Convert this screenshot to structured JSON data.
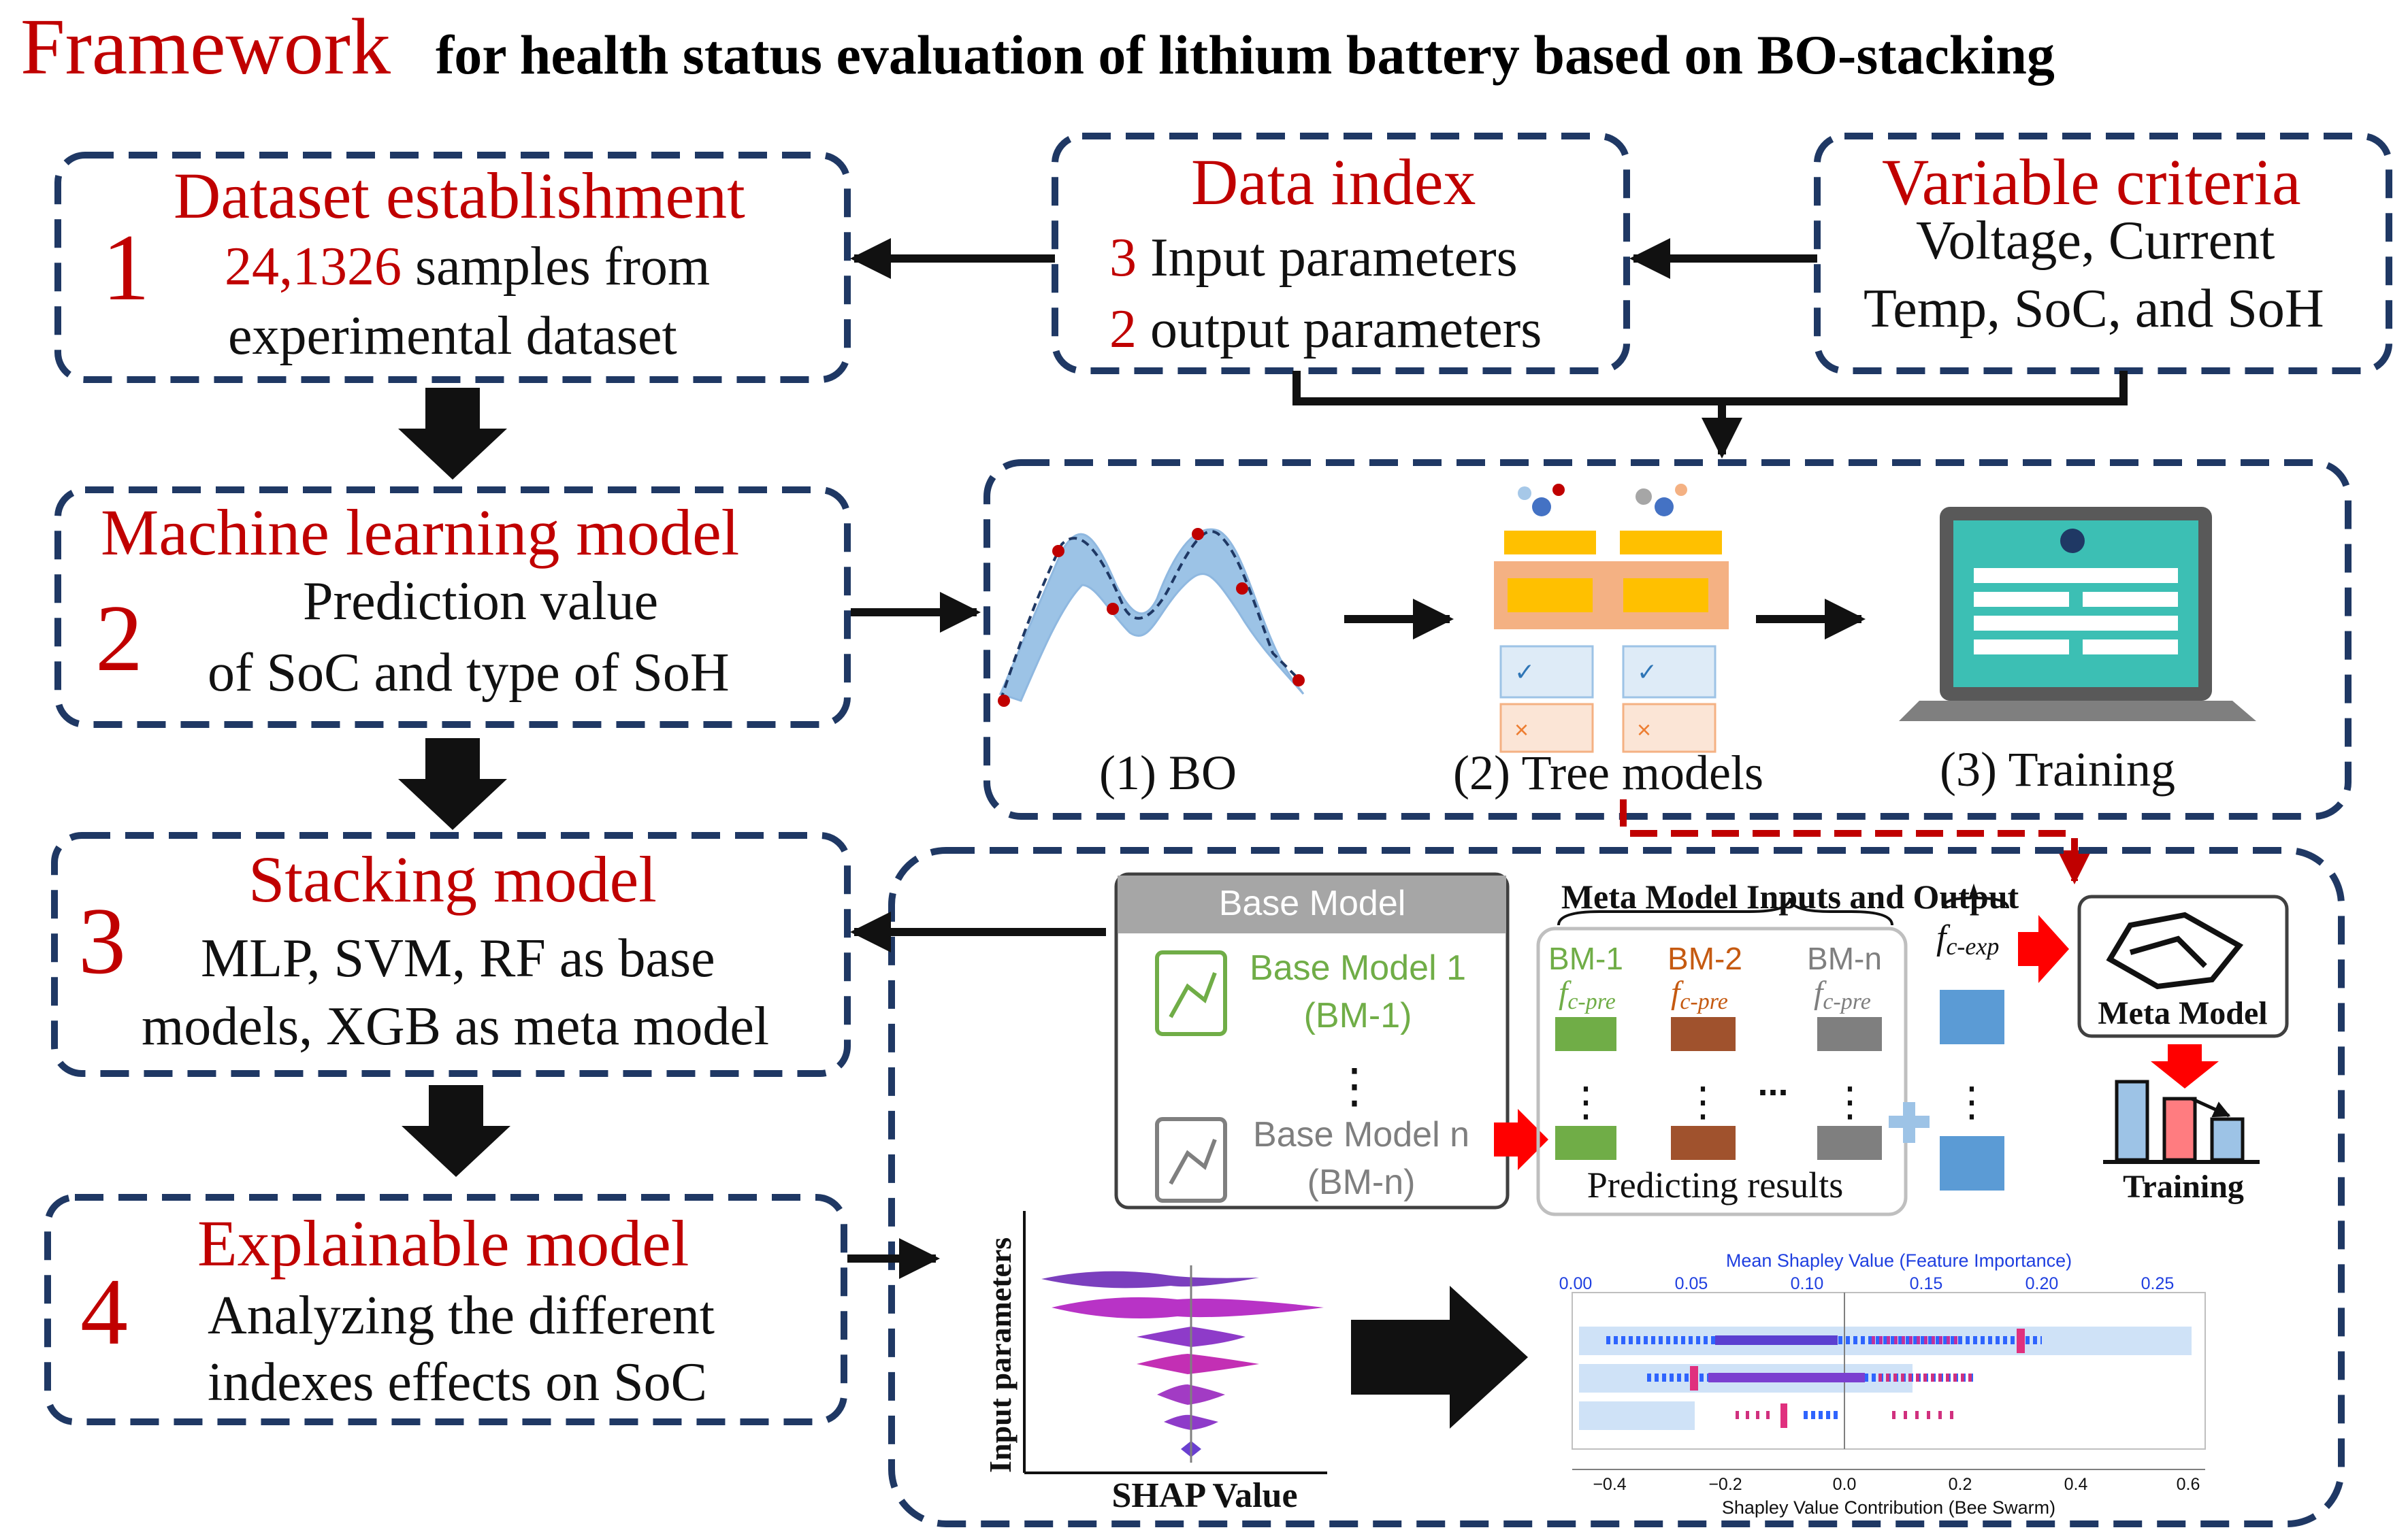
{
  "title": {
    "lead": "Framework",
    "rest": "for health status evaluation of lithium battery based on BO-stacking"
  },
  "colors": {
    "red": "#C00000",
    "navy": "#1F3864",
    "arrow": "#111111",
    "blueBand": "#9CC3E6",
    "tile": "#5B9BD5"
  },
  "steps": [
    {
      "num": "1",
      "title": "Dataset establishment",
      "highlight": "24,1326",
      "line1": " samples from",
      "line2": "experimental dataset"
    },
    {
      "num": "2",
      "title": "Machine learning model",
      "line1": "Prediction value",
      "line2": "of SoC and type of SoH"
    },
    {
      "num": "3",
      "title": "Stacking model",
      "line1": "MLP, SVM, RF as base",
      "line2": "models, XGB as meta model"
    },
    {
      "num": "4",
      "title": "Explainable model",
      "line1": "Analyzing the different",
      "line2": "indexes effects on SoC"
    }
  ],
  "data_index": {
    "title": "Data index",
    "n1": "3",
    "l1": " Input parameters",
    "n2": "2",
    "l2": " output parameters"
  },
  "variable_criteria": {
    "title": "Variable criteria",
    "l1": "Voltage, Current",
    "l2": "Temp, SoC, and SoH"
  },
  "bo_stage": {
    "label1": "(1) BO",
    "label2": "(2) Tree models",
    "label3": "(3) Training"
  },
  "stacking": {
    "base_header": "Base Model",
    "bm1_name": "Base Model 1",
    "bm1_abbr": "(BM-1)",
    "bmn_name": "Base Model n",
    "bmn_abbr": "(BM-n)",
    "meta_header": "Meta Model Inputs and Output",
    "cols": [
      "BM-1",
      "BM-2",
      "BM-n"
    ],
    "fpre": "f",
    "fpre_sub": "c-pre",
    "fexp_sub": "c-exp",
    "ellipsis": "...",
    "predicting": "Predicting results",
    "meta_model": "Meta Model",
    "training": "Training"
  },
  "shap": {
    "ylabel": "Input parameters",
    "xlabel": "SHAP Value",
    "top_title": "Mean Shapley Value (Feature Importance)",
    "top_ticks": [
      "0.00",
      "0.05",
      "0.10",
      "0.15",
      "0.20",
      "0.25"
    ],
    "bottom_ticks": [
      "−0.4",
      "−0.2",
      "0.0",
      "0.2",
      "0.4",
      "0.6"
    ],
    "bottom_title": "Shapley Value Contribution (Bee Swarm)"
  }
}
